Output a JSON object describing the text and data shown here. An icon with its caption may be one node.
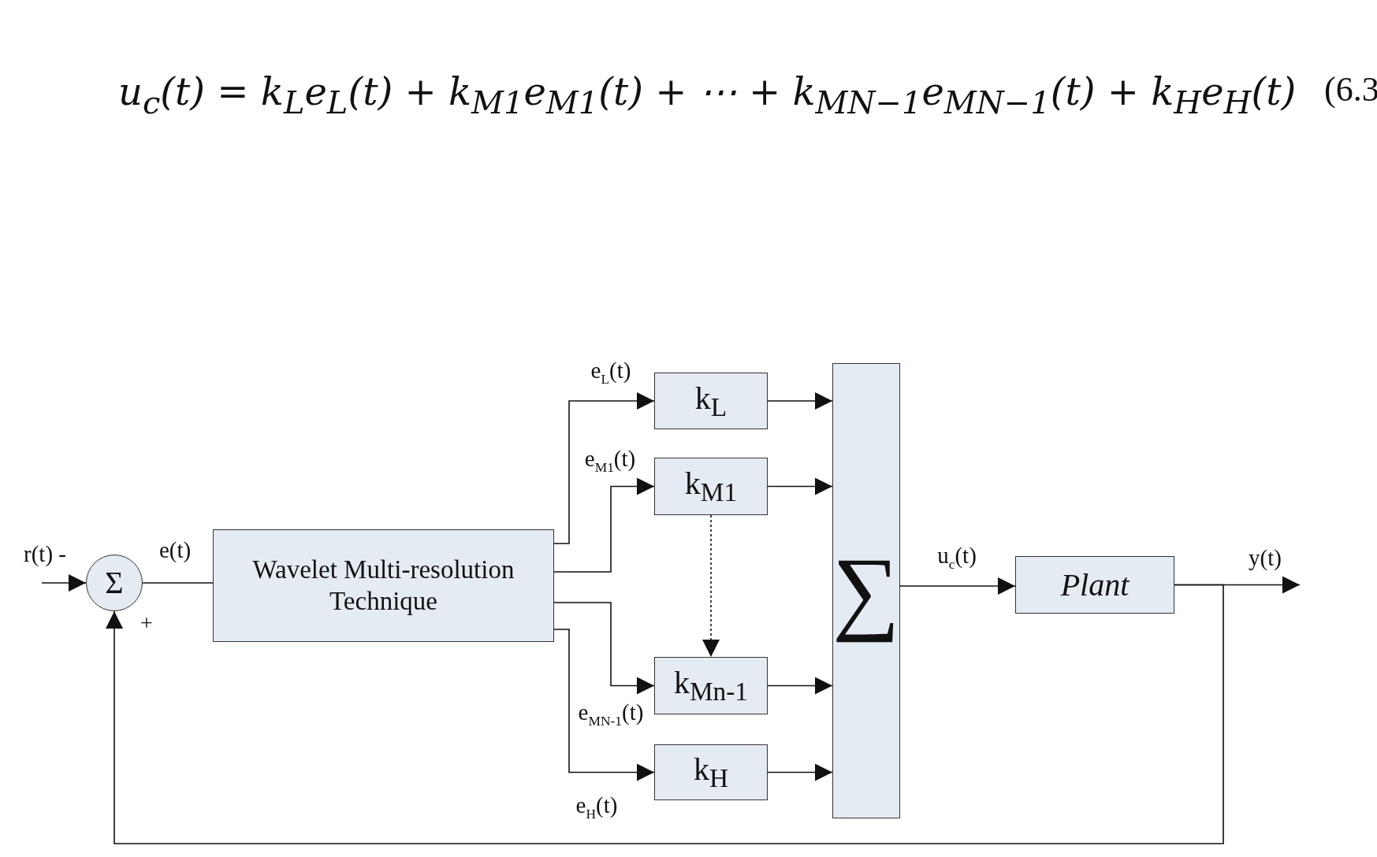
{
  "diagram": {
    "nodes": [
      {
        "text": [
          "Σ"
        ]
      },
      {
        "text": [
          "Wavelet Multi-resolution Technique"
        ]
      },
      {
        "text": [
          "k$_{L}$"
        ]
      },
      {
        "text": [
          "k$_{M1}$"
        ]
      },
      {
        "text": [
          "k$_{Mn-1}$"
        ]
      },
      {
        "text": [
          "k$_{H}$"
        ]
      },
      {
        "text": [
          "∑"
        ]
      },
      {
        "text": [
          "Plant"
        ]
      }
    ],
    "edges": [
      {
        "from": null,
        "to": 0,
        "arrow": "to",
        "label": "r(t) -"
      },
      {
        "from": 0,
        "to": 1,
        "arrow": "none",
        "label": "e(t)"
      },
      {
        "from": 1,
        "to": 2,
        "arrow": "to",
        "label": "e$_{L}$(t)"
      },
      {
        "from": 1,
        "to": 3,
        "arrow": "to",
        "label": "e$_{M1}$(t)"
      },
      {
        "from": 1,
        "to": 4,
        "arrow": "to",
        "label": "e$_{MN-1}$(t)"
      },
      {
        "from": 1,
        "to": 5,
        "arrow": "to",
        "label": "e$_{H}$(t)"
      },
      {
        "from": 3,
        "to": 4,
        "arrow": "to",
        "style": "dashed"
      },
      {
        "from": 2,
        "to": 6,
        "arrow": "to"
      },
      {
        "from": 3,
        "to": 6,
        "arrow": "to"
      },
      {
        "from": 4,
        "to": 6,
        "arrow": "to"
      },
      {
        "from": 5,
        "to": 6,
        "arrow": "to"
      },
      {
        "from": 6,
        "to": 7,
        "arrow": "to",
        "label": "u$_{c}$(t)"
      },
      {
        "from": 7,
        "to": null,
        "arrow": "to",
        "label": "y(t)"
      },
      {
        "from": 7,
        "to": 0,
        "arrow": "to"
      }
    ],
    "labels": [
      "u$_{c}$(t) = k$_{L}$e$_{L}$(t) + k$_{M1}$e$_{M1}$(t) + ⋯ + k$_{MN−1}$e$_{MN−1}$(t) + k$_{H}$e$_{H}$(t)",
      "(6.3",
      "+"
    ]
  }
}
